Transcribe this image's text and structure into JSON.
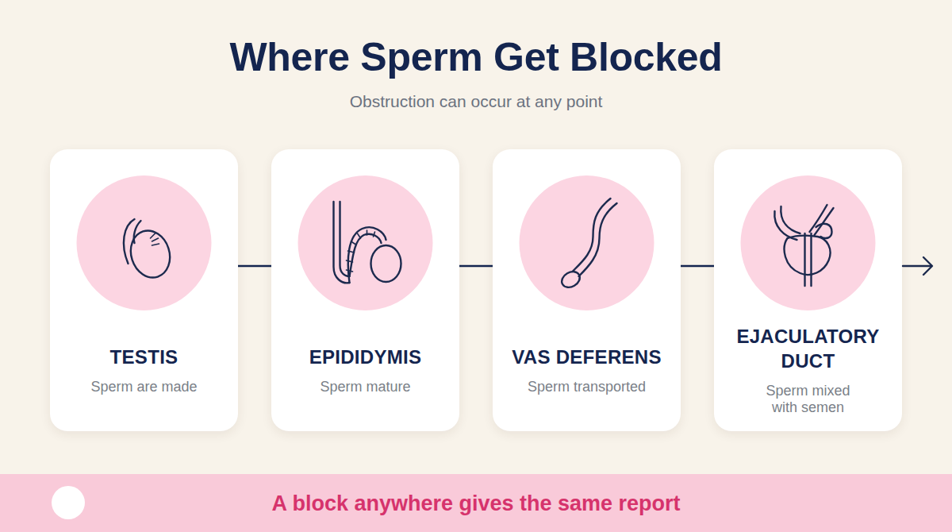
{
  "diagram": {
    "title": "Where Sperm Get Blocked",
    "nodes": [
      {
        "text": [
          "TESTIS",
          "Sperm are made"
        ]
      },
      {
        "text": [
          "EPIDIDYMIS",
          "Sperm mature"
        ]
      },
      {
        "text": [
          "VAS DEFERENS",
          "Sperm transported"
        ]
      },
      {
        "text": [
          "EJACULATORY DUCT",
          "Sperm mixed with semen"
        ]
      },
      {
        "text": [
          "A block anywhere gives the same report"
        ]
      }
    ],
    "edges": [
      {
        "from": 0,
        "to": 1,
        "arrow": "none"
      },
      {
        "from": 1,
        "to": 2,
        "arrow": "none"
      },
      {
        "from": 2,
        "to": 3,
        "arrow": "none"
      }
    ],
    "labels": [
      "Obstruction can occur at any point"
    ]
  }
}
